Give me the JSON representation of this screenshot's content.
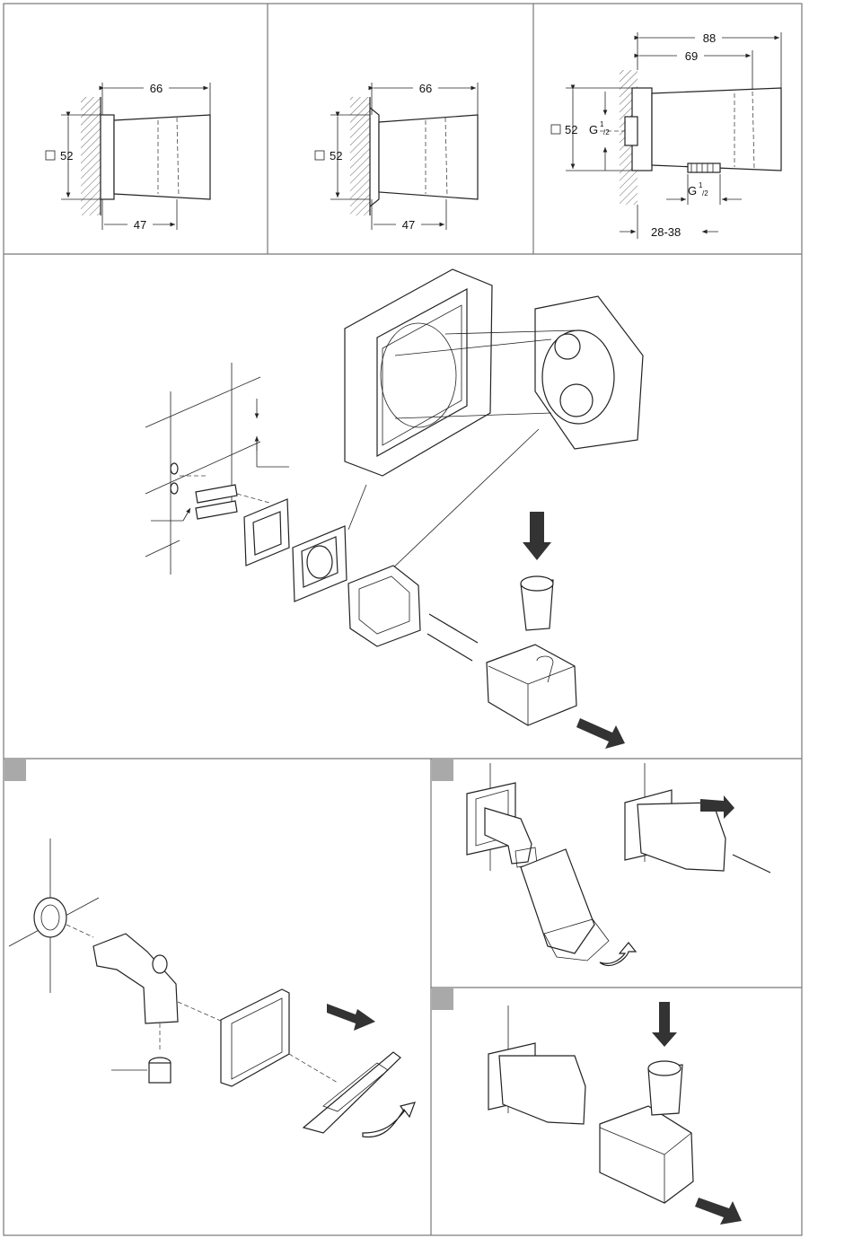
{
  "dims_left": {
    "width": "66",
    "depth": "47",
    "square": "52"
  },
  "dims_middle": {
    "width": "66",
    "depth": "47",
    "square": "52"
  },
  "dims_right": {
    "overall": "88",
    "body": "69",
    "square": "52",
    "thread_back": "G",
    "thread_back_sup": "1",
    "thread_back_sub": "/2",
    "thread_bottom": "G",
    "thread_bottom_sup": "1",
    "thread_bottom_sub": "/2",
    "range": "28-38"
  },
  "colors": {
    "frame": "#777777",
    "line": "#222222",
    "step_marker": "#a9a9a9"
  }
}
